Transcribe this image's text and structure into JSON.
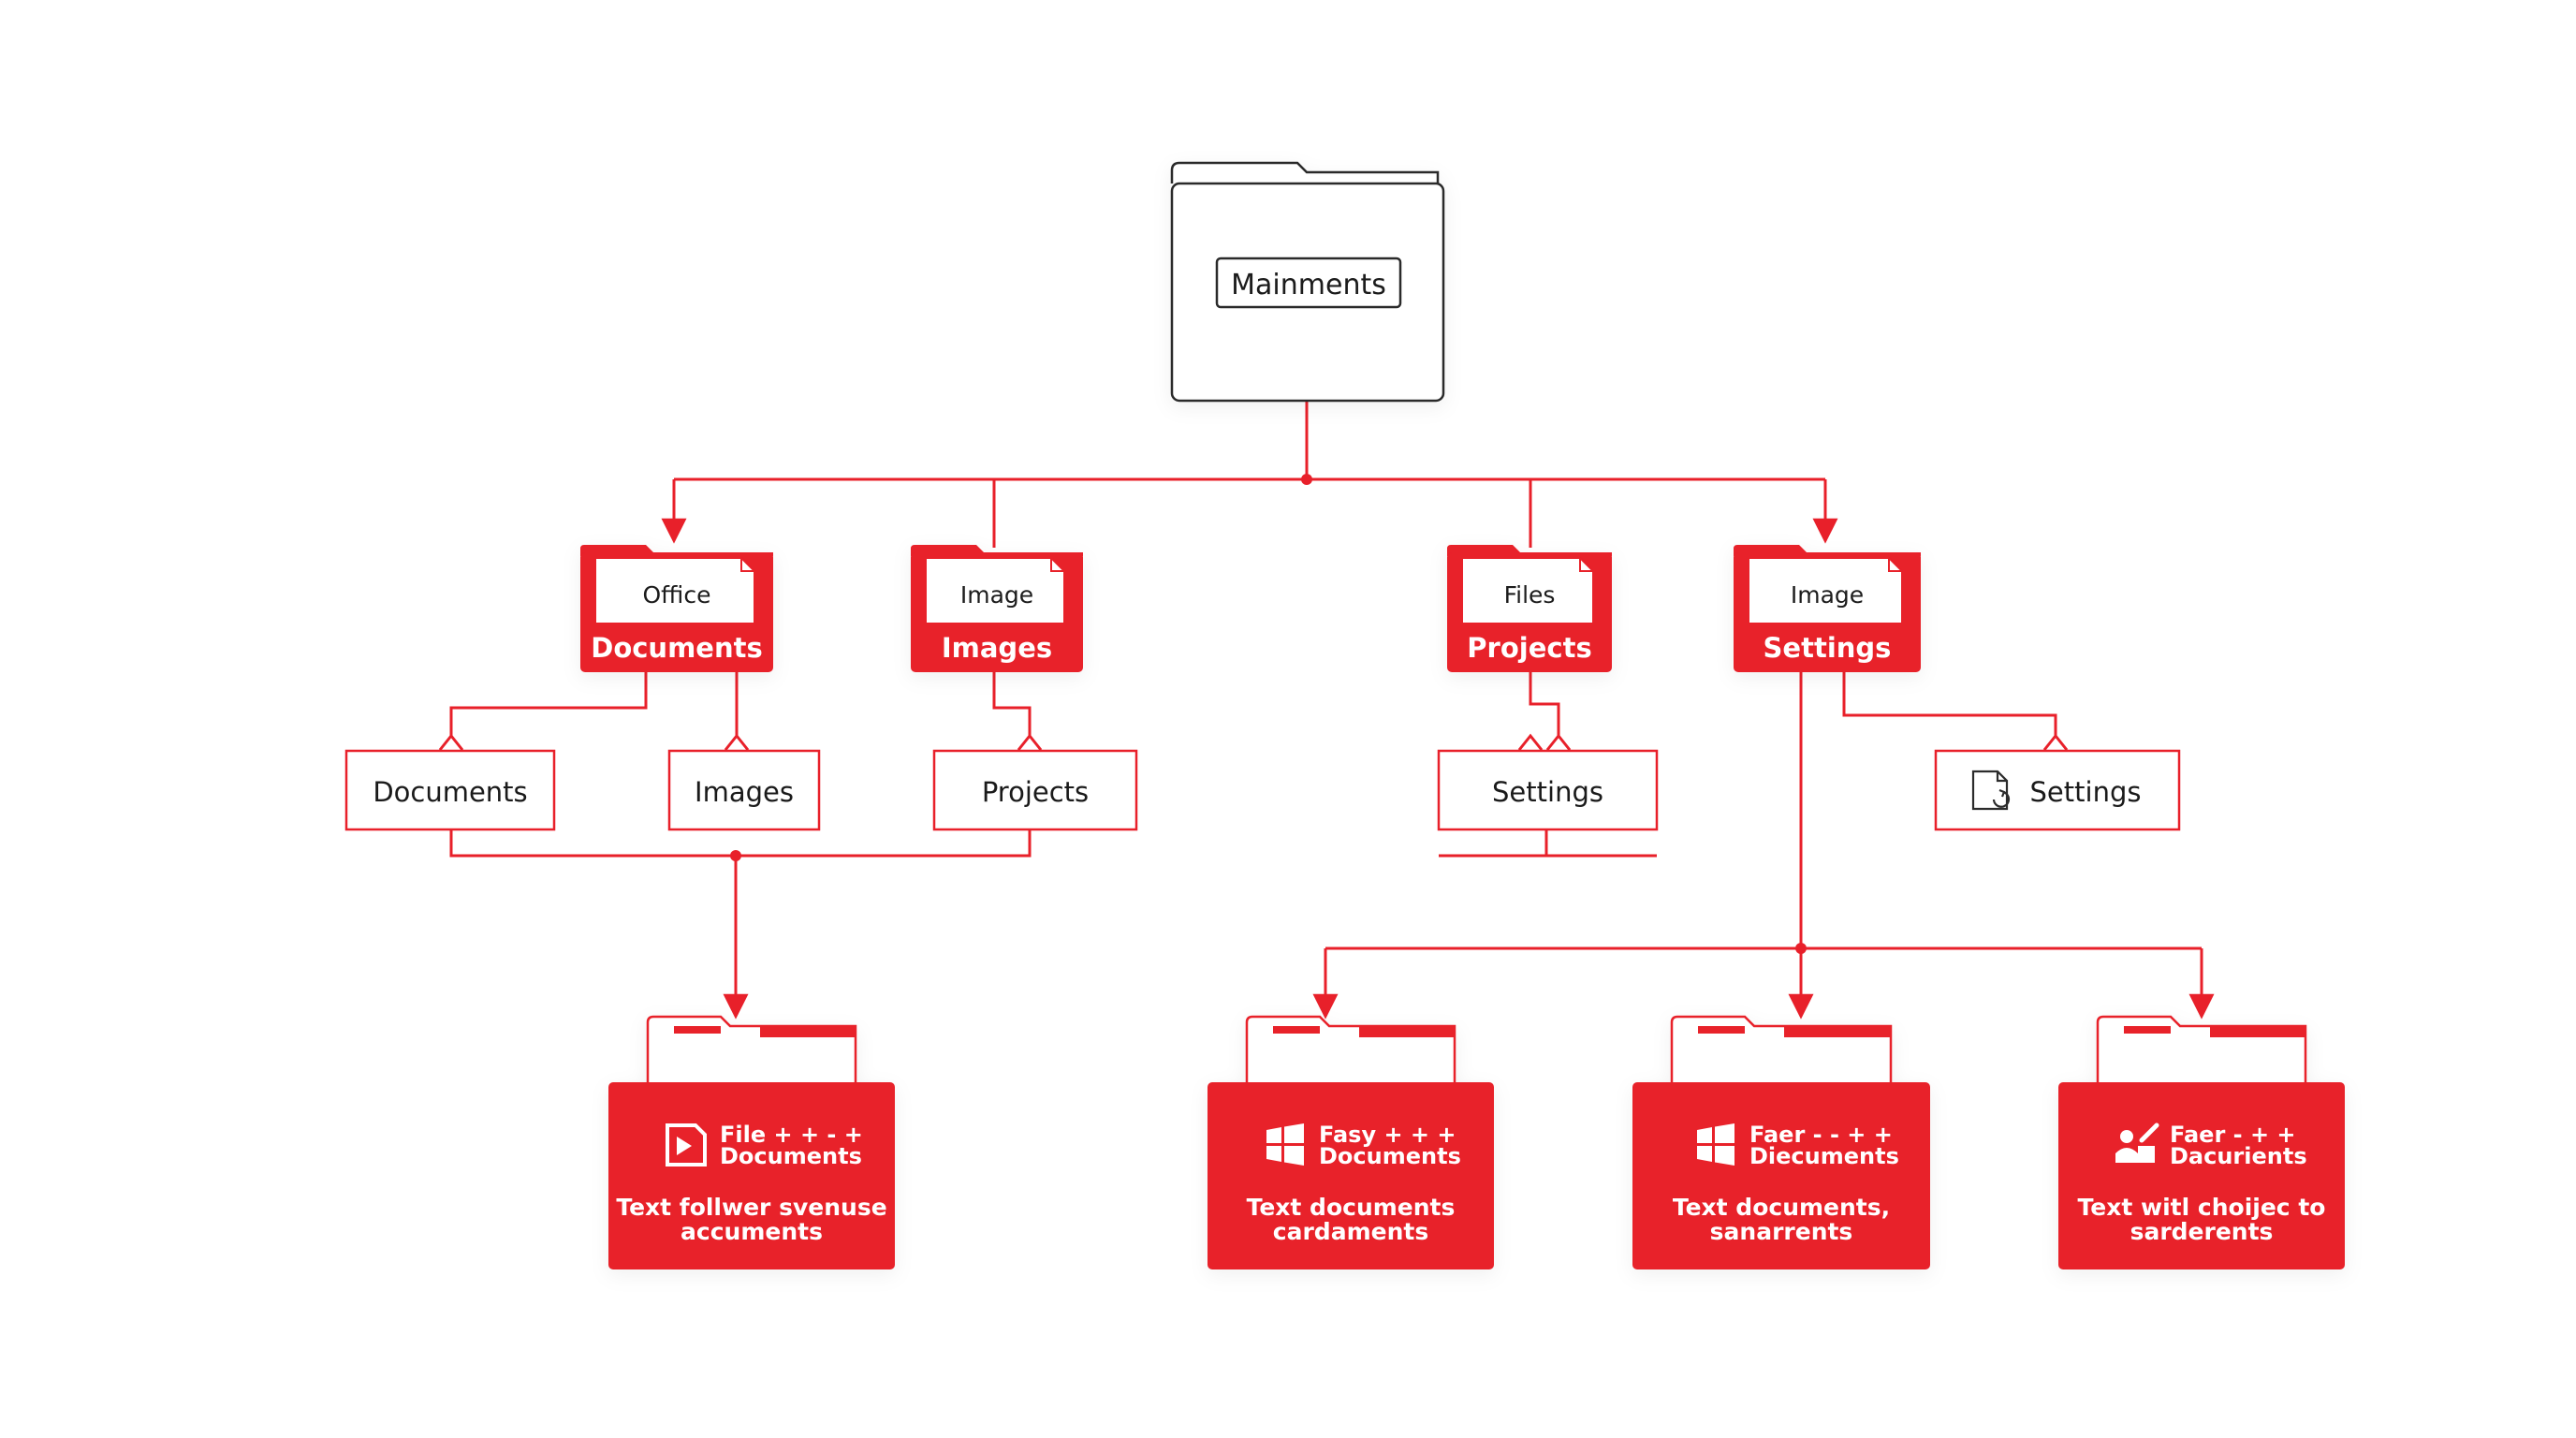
{
  "colors": {
    "accent": "#e8202a",
    "outline": "#2b2b2b",
    "background": "#ffffff",
    "on_accent": "#ffffff"
  },
  "root": {
    "label": "Mainments"
  },
  "folders": [
    {
      "tab_label": "Office",
      "title": "Documents"
    },
    {
      "tab_label": "Image",
      "title": "Images"
    },
    {
      "tab_label": "Files",
      "title": "Projects"
    },
    {
      "tab_label": "Image",
      "title": "Settings"
    }
  ],
  "boxes": [
    {
      "label": "Documents"
    },
    {
      "label": "Images"
    },
    {
      "label": "Projects"
    },
    {
      "label": "Settings"
    },
    {
      "label": "Settings",
      "icon": "file-sync-icon"
    }
  ],
  "cards": [
    {
      "icon": "media-file-icon",
      "title": "File + + - +",
      "subtitle": "Documents",
      "line1": "Text follwer svenuse",
      "line2": "accuments"
    },
    {
      "icon": "windows-icon",
      "title": "Fasy + + +",
      "subtitle": "Documents",
      "line1": "Text documents",
      "line2": "cardaments"
    },
    {
      "icon": "windows-icon",
      "title": "Faer - - + +",
      "subtitle": "Diecuments",
      "line1": "Text documents,",
      "line2": "sanarrents"
    },
    {
      "icon": "users-edit-icon",
      "title": "Faer - + +",
      "subtitle": "Dacurients",
      "line1": "Text witl choijec to",
      "line2": "sarderents"
    }
  ]
}
